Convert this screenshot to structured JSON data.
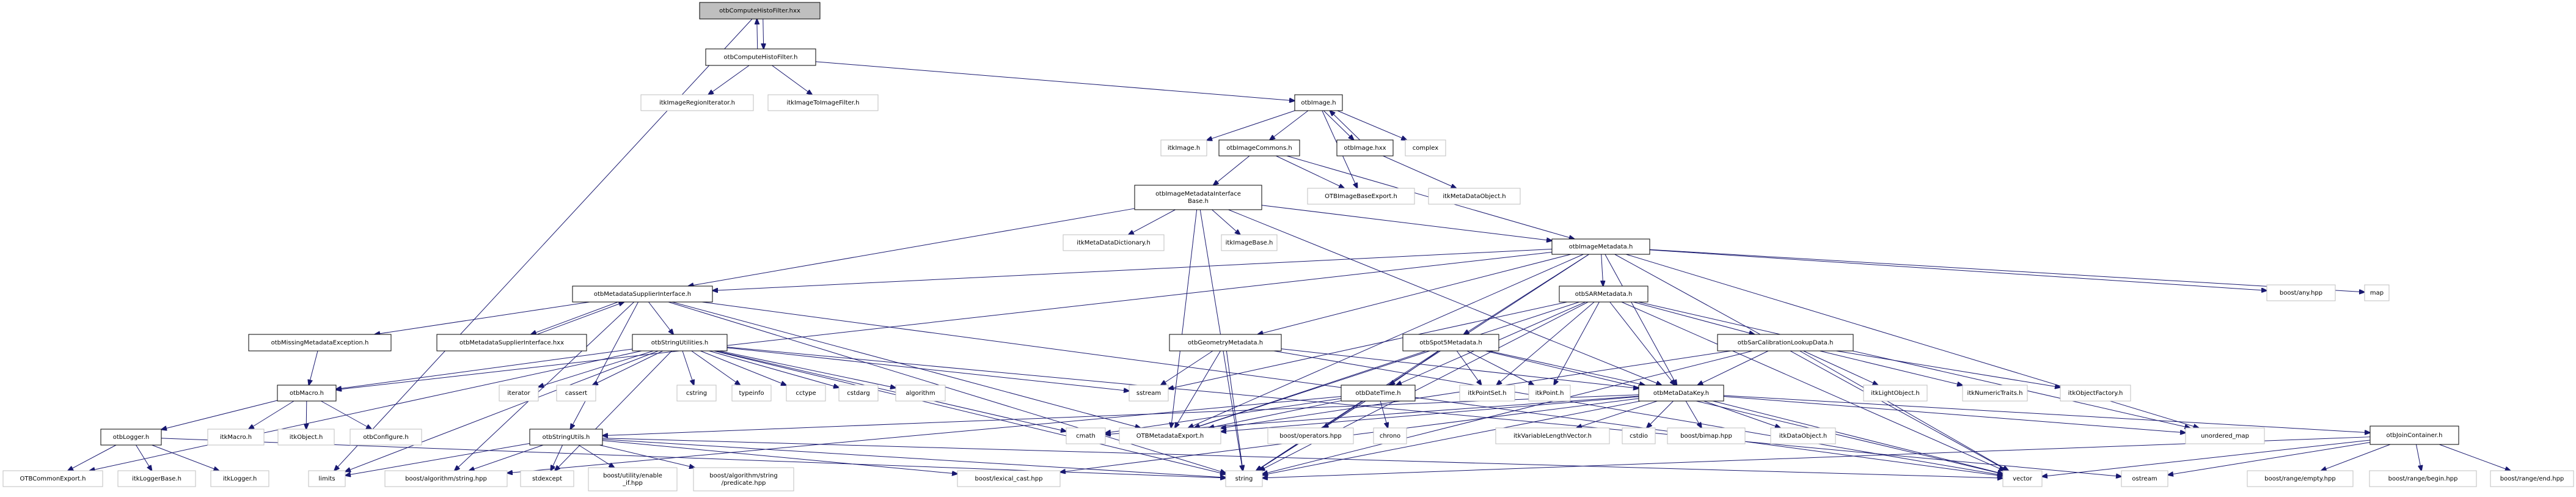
{
  "title": "otbComputeHistoFilter.hxx include dependency graph",
  "colors": {
    "edge": "#191970",
    "root_fill": "#bfbfbf",
    "local_border": "#000000",
    "external_border": "#bfbfbf"
  },
  "nodes": [
    {
      "id": "root",
      "label": "otbComputeHistoFilter.hxx",
      "kind": "root"
    },
    {
      "id": "chf_h",
      "label": "otbComputeHistoFilter.h",
      "kind": "local"
    },
    {
      "id": "itkImageRegionIterator",
      "label": "itkImageRegionIterator.h",
      "kind": "ext"
    },
    {
      "id": "itkImageToImageFilter",
      "label": "itkImageToImageFilter.h",
      "kind": "ext"
    },
    {
      "id": "otbImage_h",
      "label": "otbImage.h",
      "kind": "local"
    },
    {
      "id": "itkImage",
      "label": "itkImage.h",
      "kind": "ext"
    },
    {
      "id": "otbImageCommons",
      "label": "otbImageCommons.h",
      "kind": "local"
    },
    {
      "id": "otbImage_hxx",
      "label": "otbImage.hxx",
      "kind": "local"
    },
    {
      "id": "complex",
      "label": "complex",
      "kind": "ext"
    },
    {
      "id": "imdib",
      "label": "otbImageMetadataInterface\nBase.h",
      "kind": "local"
    },
    {
      "id": "OTBImageBaseExport",
      "label": "OTBImageBaseExport.h",
      "kind": "ext"
    },
    {
      "id": "itkMetaDataObject",
      "label": "itkMetaDataObject.h",
      "kind": "ext"
    },
    {
      "id": "itkMetaDataDictionary",
      "label": "itkMetaDataDictionary.h",
      "kind": "ext"
    },
    {
      "id": "itkImageBase",
      "label": "itkImageBase.h",
      "kind": "ext"
    },
    {
      "id": "otbImageMetadata",
      "label": "otbImageMetadata.h",
      "kind": "local"
    },
    {
      "id": "boostany",
      "label": "boost/any.hpp",
      "kind": "ext"
    },
    {
      "id": "map",
      "label": "map",
      "kind": "ext"
    },
    {
      "id": "msi_h",
      "label": "otbMetadataSupplierInterface.h",
      "kind": "local"
    },
    {
      "id": "otbSARMetadata",
      "label": "otbSARMetadata.h",
      "kind": "local"
    },
    {
      "id": "otbMissingMetadataException",
      "label": "otbMissingMetadataException.h",
      "kind": "local"
    },
    {
      "id": "msi_hxx",
      "label": "otbMetadataSupplierInterface.hxx",
      "kind": "local"
    },
    {
      "id": "otbStringUtilities",
      "label": "otbStringUtilities.h",
      "kind": "local"
    },
    {
      "id": "otbGeometryMetadata",
      "label": "otbGeometryMetadata.h",
      "kind": "local"
    },
    {
      "id": "otbSpot5Metadata",
      "label": "otbSpot5Metadata.h",
      "kind": "local"
    },
    {
      "id": "otbSarCalib",
      "label": "otbSarCalibrationLookupData.h",
      "kind": "local"
    },
    {
      "id": "otbMacro",
      "label": "otbMacro.h",
      "kind": "local"
    },
    {
      "id": "iterator",
      "label": "iterator",
      "kind": "ext"
    },
    {
      "id": "cassert",
      "label": "cassert",
      "kind": "ext"
    },
    {
      "id": "cstring",
      "label": "cstring",
      "kind": "ext"
    },
    {
      "id": "typeinfo",
      "label": "typeinfo",
      "kind": "ext"
    },
    {
      "id": "cctype",
      "label": "cctype",
      "kind": "ext"
    },
    {
      "id": "cstdarg",
      "label": "cstdarg",
      "kind": "ext"
    },
    {
      "id": "algorithm",
      "label": "algorithm",
      "kind": "ext"
    },
    {
      "id": "sstream",
      "label": "sstream",
      "kind": "ext"
    },
    {
      "id": "otbDateTime",
      "label": "otbDateTime.h",
      "kind": "local"
    },
    {
      "id": "itkPointSet",
      "label": "itkPointSet.h",
      "kind": "ext"
    },
    {
      "id": "itkPoint",
      "label": "itkPoint.h",
      "kind": "ext"
    },
    {
      "id": "otbMetaDataKey",
      "label": "otbMetaDataKey.h",
      "kind": "local"
    },
    {
      "id": "itkLightObject",
      "label": "itkLightObject.h",
      "kind": "ext"
    },
    {
      "id": "itkNumericTraits",
      "label": "itkNumericTraits.h",
      "kind": "ext"
    },
    {
      "id": "itkObjectFactory",
      "label": "itkObjectFactory.h",
      "kind": "ext"
    },
    {
      "id": "otbLogger",
      "label": "otbLogger.h",
      "kind": "local"
    },
    {
      "id": "itkMacro",
      "label": "itkMacro.h",
      "kind": "ext"
    },
    {
      "id": "itkObject",
      "label": "itkObject.h",
      "kind": "ext"
    },
    {
      "id": "otbConfigure",
      "label": "otbConfigure.h",
      "kind": "ext"
    },
    {
      "id": "otbStringUtils",
      "label": "otbStringUtils.h",
      "kind": "local"
    },
    {
      "id": "cmath",
      "label": "cmath",
      "kind": "ext"
    },
    {
      "id": "OTBMetadataExport",
      "label": "OTBMetadataExport.h",
      "kind": "ext"
    },
    {
      "id": "boostoperators",
      "label": "boost/operators.hpp",
      "kind": "ext"
    },
    {
      "id": "chrono",
      "label": "chrono",
      "kind": "ext"
    },
    {
      "id": "itkVLV",
      "label": "itkVariableLengthVector.h",
      "kind": "ext"
    },
    {
      "id": "cstdio",
      "label": "cstdio",
      "kind": "ext"
    },
    {
      "id": "boostbimap",
      "label": "boost/bimap.hpp",
      "kind": "ext"
    },
    {
      "id": "itkDataObject",
      "label": "itkDataObject.h",
      "kind": "ext"
    },
    {
      "id": "unordered_map",
      "label": "unordered_map",
      "kind": "ext"
    },
    {
      "id": "otbJoinContainer",
      "label": "otbJoinContainer.h",
      "kind": "local"
    },
    {
      "id": "OTBCommonExport",
      "label": "OTBCommonExport.h",
      "kind": "ext"
    },
    {
      "id": "itkLoggerBase",
      "label": "itkLoggerBase.h",
      "kind": "ext"
    },
    {
      "id": "itkLogger",
      "label": "itkLogger.h",
      "kind": "ext"
    },
    {
      "id": "limits",
      "label": "limits",
      "kind": "ext"
    },
    {
      "id": "boostalgstring",
      "label": "boost/algorithm/string.hpp",
      "kind": "ext"
    },
    {
      "id": "stdexcept",
      "label": "stdexcept",
      "kind": "ext"
    },
    {
      "id": "boostenableif",
      "label": "boost/utility/enable\n_if.hpp",
      "kind": "ext"
    },
    {
      "id": "boostpredicate",
      "label": "boost/algorithm/string\n/predicate.hpp",
      "kind": "ext"
    },
    {
      "id": "boostlexical",
      "label": "boost/lexical_cast.hpp",
      "kind": "ext"
    },
    {
      "id": "string",
      "label": "string",
      "kind": "ext"
    },
    {
      "id": "vector",
      "label": "vector",
      "kind": "ext"
    },
    {
      "id": "ostream",
      "label": "ostream",
      "kind": "ext"
    },
    {
      "id": "boostrangeempty",
      "label": "boost/range/empty.hpp",
      "kind": "ext"
    },
    {
      "id": "boostrangebegin",
      "label": "boost/range/begin.hpp",
      "kind": "ext"
    },
    {
      "id": "boostrangeend",
      "label": "boost/range/end.hpp",
      "kind": "ext"
    }
  ],
  "edges": [
    [
      "root",
      "chf_h"
    ],
    [
      "chf_h",
      "root"
    ],
    [
      "root",
      "limits"
    ],
    [
      "chf_h",
      "itkImageRegionIterator"
    ],
    [
      "chf_h",
      "itkImageToImageFilter"
    ],
    [
      "chf_h",
      "otbImage_h"
    ],
    [
      "otbImage_h",
      "itkImage"
    ],
    [
      "otbImage_h",
      "otbImageCommons"
    ],
    [
      "otbImage_h",
      "OTBImageBaseExport"
    ],
    [
      "otbImage_h",
      "otbImage_hxx"
    ],
    [
      "otbImage_hxx",
      "otbImage_h"
    ],
    [
      "otbImage_h",
      "complex"
    ],
    [
      "otbImageCommons",
      "imdib"
    ],
    [
      "otbImageCommons",
      "OTBImageBaseExport"
    ],
    [
      "otbImageCommons",
      "otbImageMetadata"
    ],
    [
      "otbImage_hxx",
      "itkMetaDataObject"
    ],
    [
      "imdib",
      "itkMetaDataDictionary"
    ],
    [
      "imdib",
      "itkImageBase"
    ],
    [
      "imdib",
      "otbImageMetadata"
    ],
    [
      "imdib",
      "msi_h"
    ],
    [
      "imdib",
      "otbMetaDataKey"
    ],
    [
      "imdib",
      "OTBMetadataExport"
    ],
    [
      "imdib",
      "string"
    ],
    [
      "otbImageMetadata",
      "msi_h"
    ],
    [
      "otbImageMetadata",
      "otbSARMetadata"
    ],
    [
      "otbImageMetadata",
      "otbGeometryMetadata"
    ],
    [
      "otbImageMetadata",
      "otbSpot5Metadata"
    ],
    [
      "otbImageMetadata",
      "otbMetaDataKey"
    ],
    [
      "otbImageMetadata",
      "boostany"
    ],
    [
      "otbImageMetadata",
      "map"
    ],
    [
      "otbImageMetadata",
      "vector"
    ],
    [
      "otbImageMetadata",
      "string"
    ],
    [
      "otbImageMetadata",
      "unordered_map"
    ],
    [
      "otbImageMetadata",
      "OTBMetadataExport"
    ],
    [
      "otbImageMetadata",
      "otbMacro"
    ],
    [
      "msi_h",
      "otbMissingMetadataException"
    ],
    [
      "msi_h",
      "msi_hxx"
    ],
    [
      "msi_hxx",
      "msi_h"
    ],
    [
      "msi_h",
      "otbStringUtilities"
    ],
    [
      "msi_h",
      "otbStringUtils"
    ],
    [
      "msi_h",
      "OTBMetadataExport"
    ],
    [
      "msi_h",
      "string"
    ],
    [
      "msi_h",
      "vector"
    ],
    [
      "msi_h",
      "boostalgstring"
    ],
    [
      "otbSARMetadata",
      "otbSarCalib"
    ],
    [
      "otbSARMetadata",
      "otbDateTime"
    ],
    [
      "otbSARMetadata",
      "itkPointSet"
    ],
    [
      "otbSARMetadata",
      "itkPoint"
    ],
    [
      "otbSARMetadata",
      "otbMetaDataKey"
    ],
    [
      "otbSARMetadata",
      "OTBMetadataExport"
    ],
    [
      "otbSARMetadata",
      "string"
    ],
    [
      "otbSARMetadata",
      "vector"
    ],
    [
      "otbSARMetadata",
      "sstream"
    ],
    [
      "otbSARMetadata",
      "unordered_map"
    ],
    [
      "otbMissingMetadataException",
      "otbMacro"
    ],
    [
      "otbStringUtilities",
      "otbMacro"
    ],
    [
      "otbStringUtilities",
      "iterator"
    ],
    [
      "otbStringUtilities",
      "cassert"
    ],
    [
      "otbStringUtilities",
      "cstring"
    ],
    [
      "otbStringUtilities",
      "typeinfo"
    ],
    [
      "otbStringUtilities",
      "cctype"
    ],
    [
      "otbStringUtilities",
      "cstdarg"
    ],
    [
      "otbStringUtilities",
      "algorithm"
    ],
    [
      "otbStringUtilities",
      "sstream"
    ],
    [
      "otbStringUtilities",
      "stdexcept"
    ],
    [
      "otbStringUtilities",
      "string"
    ],
    [
      "otbStringUtilities",
      "OTBCommonExport"
    ],
    [
      "otbStringUtilities",
      "limits"
    ],
    [
      "otbStringUtilities",
      "cmath"
    ],
    [
      "otbStringUtilities",
      "ostream"
    ],
    [
      "otbGeometryMetadata",
      "sstream"
    ],
    [
      "otbGeometryMetadata",
      "OTBMetadataExport"
    ],
    [
      "otbGeometryMetadata",
      "otbMetaDataKey"
    ],
    [
      "otbGeometryMetadata",
      "string"
    ],
    [
      "otbGeometryMetadata",
      "vector"
    ],
    [
      "otbSpot5Metadata",
      "otbDateTime"
    ],
    [
      "otbSpot5Metadata",
      "itkPointSet"
    ],
    [
      "otbSpot5Metadata",
      "itkPoint"
    ],
    [
      "otbSpot5Metadata",
      "otbMetaDataKey"
    ],
    [
      "otbSpot5Metadata",
      "OTBMetadataExport"
    ],
    [
      "otbSpot5Metadata",
      "string"
    ],
    [
      "otbSpot5Metadata",
      "vector"
    ],
    [
      "otbSarCalib",
      "itkLightObject"
    ],
    [
      "otbSarCalib",
      "itkNumericTraits"
    ],
    [
      "otbSarCalib",
      "itkObjectFactory"
    ],
    [
      "otbSarCalib",
      "otbMetaDataKey"
    ],
    [
      "otbSarCalib",
      "OTBMetadataExport"
    ],
    [
      "otbSarCalib",
      "string"
    ],
    [
      "otbSarCalib",
      "vector"
    ],
    [
      "otbMacro",
      "otbLogger"
    ],
    [
      "otbMacro",
      "itkMacro"
    ],
    [
      "otbMacro",
      "itkObject"
    ],
    [
      "otbMacro",
      "otbConfigure"
    ],
    [
      "otbDateTime",
      "cmath"
    ],
    [
      "otbDateTime",
      "OTBMetadataExport"
    ],
    [
      "otbDateTime",
      "boostoperators"
    ],
    [
      "otbDateTime",
      "chrono"
    ],
    [
      "otbDateTime",
      "string"
    ],
    [
      "otbDateTime",
      "boostalgstring"
    ],
    [
      "otbMetaDataKey",
      "otbStringUtils"
    ],
    [
      "otbMetaDataKey",
      "itkVLV"
    ],
    [
      "otbMetaDataKey",
      "cstdio"
    ],
    [
      "otbMetaDataKey",
      "boostbimap"
    ],
    [
      "otbMetaDataKey",
      "itkDataObject"
    ],
    [
      "otbMetaDataKey",
      "unordered_map"
    ],
    [
      "otbMetaDataKey",
      "otbJoinContainer"
    ],
    [
      "otbMetaDataKey",
      "OTBMetadataExport"
    ],
    [
      "otbMetaDataKey",
      "cmath"
    ],
    [
      "otbMetaDataKey",
      "string"
    ],
    [
      "otbMetaDataKey",
      "vector"
    ],
    [
      "otbMetaDataKey",
      "boostlexical"
    ],
    [
      "otbLogger",
      "OTBCommonExport"
    ],
    [
      "otbLogger",
      "itkLoggerBase"
    ],
    [
      "otbLogger",
      "itkLogger"
    ],
    [
      "otbLogger",
      "string"
    ],
    [
      "otbStringUtils",
      "limits"
    ],
    [
      "otbStringUtils",
      "boostalgstring"
    ],
    [
      "otbStringUtils",
      "stdexcept"
    ],
    [
      "otbStringUtils",
      "boostenableif"
    ],
    [
      "otbStringUtils",
      "boostpredicate"
    ],
    [
      "otbStringUtils",
      "boostlexical"
    ],
    [
      "otbStringUtils",
      "string"
    ],
    [
      "otbStringUtils",
      "vector"
    ],
    [
      "otbJoinContainer",
      "boostrangeempty"
    ],
    [
      "otbJoinContainer",
      "boostrangebegin"
    ],
    [
      "otbJoinContainer",
      "boostrangeend"
    ],
    [
      "otbJoinContainer",
      "ostream"
    ],
    [
      "otbJoinContainer",
      "string"
    ],
    [
      "otbJoinContainer",
      "vector"
    ]
  ]
}
